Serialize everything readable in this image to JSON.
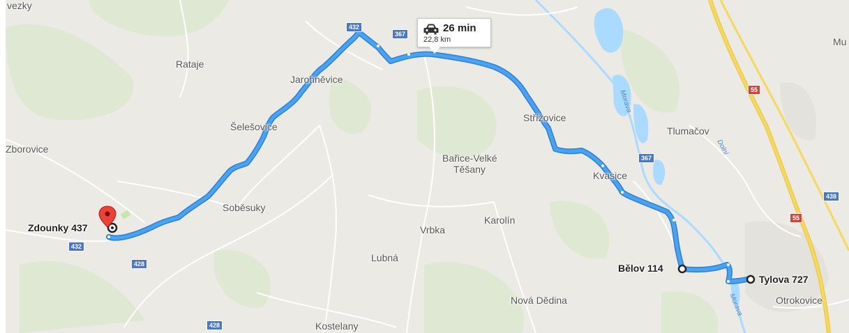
{
  "map": {
    "towns": [
      {
        "id": "vezky",
        "label": "vezky"
      },
      {
        "id": "rataje",
        "label": "Rataje"
      },
      {
        "id": "jarohnevice",
        "label": "Jarohněvice"
      },
      {
        "id": "selesovice",
        "label": "Šelešovice"
      },
      {
        "id": "zborovice",
        "label": "Zborovice"
      },
      {
        "id": "sobesuky",
        "label": "Soběsuky"
      },
      {
        "id": "strizovice",
        "label": "Střížovice"
      },
      {
        "id": "barice_line1",
        "label": "Bařice-Velké"
      },
      {
        "id": "barice_line2",
        "label": "Těšany"
      },
      {
        "id": "kvasice",
        "label": "Kvasice"
      },
      {
        "id": "tlumacov",
        "label": "Tlumačov"
      },
      {
        "id": "karolin",
        "label": "Karolín"
      },
      {
        "id": "vrbka",
        "label": "Vrbka"
      },
      {
        "id": "lubna",
        "label": "Lubná"
      },
      {
        "id": "nova_dedina",
        "label": "Nová Dědina"
      },
      {
        "id": "kostelany",
        "label": "Kostelany"
      },
      {
        "id": "otrokovice",
        "label": "Otrokovice"
      },
      {
        "id": "mu",
        "label": "Mu"
      }
    ],
    "rivers": [
      {
        "id": "morava1",
        "label": "Morava"
      },
      {
        "id": "dolni",
        "label": "Dolní"
      },
      {
        "id": "morava2",
        "label": "Morava"
      }
    ],
    "road_shields": [
      {
        "id": "r432a",
        "label": "432",
        "color": "#4a78c6"
      },
      {
        "id": "r367a",
        "label": "367",
        "color": "#4a78c6"
      },
      {
        "id": "r367b",
        "label": "367",
        "color": "#4a78c6"
      },
      {
        "id": "r432b",
        "label": "432",
        "color": "#4a78c6"
      },
      {
        "id": "r428a",
        "label": "428",
        "color": "#4a78c6"
      },
      {
        "id": "r428b",
        "label": "428",
        "color": "#4a78c6"
      },
      {
        "id": "r55a",
        "label": "55",
        "color": "#d0453a"
      },
      {
        "id": "r55b",
        "label": "55",
        "color": "#d0453a"
      },
      {
        "id": "r438",
        "label": "438",
        "color": "#4a78c6"
      }
    ],
    "waypoints": [
      {
        "id": "start",
        "label": "Zdounky 437"
      },
      {
        "id": "via",
        "label": "Bělov 114"
      },
      {
        "id": "end",
        "label": "Tylova 727"
      }
    ],
    "route_info": {
      "icon": "car-icon",
      "duration": "26 min",
      "distance": "22,8 km"
    },
    "colors": {
      "route": "#4aa3f0",
      "route_outline": "#2d7fd2",
      "water": "#aadaff",
      "marker": "#ea4335",
      "motorway": "#f6d85a"
    }
  }
}
